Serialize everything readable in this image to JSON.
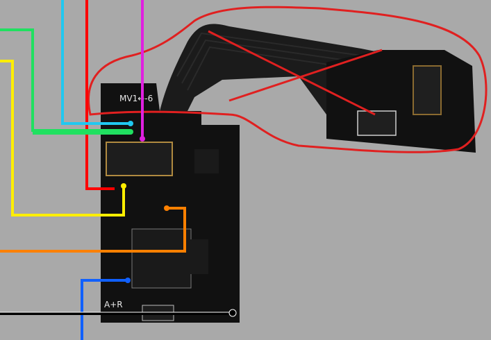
{
  "board": {
    "model_label": "MV1←-6",
    "model_label_visible": "MV1←-6",
    "corner_label": "A+R"
  },
  "colors": {
    "background": "#a9a9a9",
    "pcb": "#111111",
    "flex": "#1b1b1b",
    "annotation_red": "#e02020",
    "wire_red": "#ff0000",
    "wire_magenta": "#e020e0",
    "wire_cyan": "#20c8f0",
    "wire_green": "#20e060",
    "wire_yellow": "#ffee00",
    "wire_orange": "#ff8000",
    "wire_blue": "#1060ff",
    "wire_black": "#000000"
  },
  "wires": [
    "red",
    "magenta",
    "cyan",
    "green",
    "green",
    "yellow",
    "orange",
    "blue",
    "black"
  ]
}
